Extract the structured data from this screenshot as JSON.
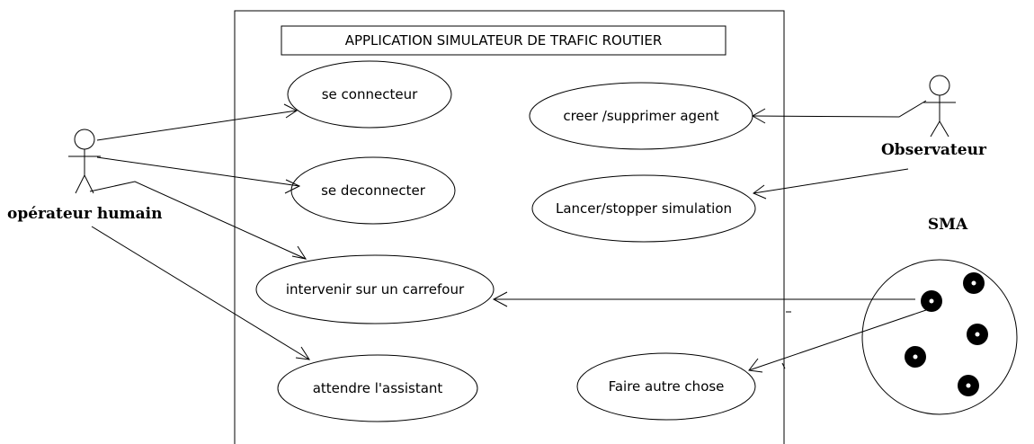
{
  "system": {
    "title": "APPLICATION SIMULATEUR DE TRAFIC ROUTIER"
  },
  "actors": {
    "operator": "opérateur humain",
    "observer": "Observateur",
    "sma": "SMA"
  },
  "use_cases": {
    "connect": "se connecteur",
    "disconnect": "se deconnecter",
    "intervene": "intervenir sur un carrefour",
    "wait": "attendre l'assistant",
    "create_agent": "creer /supprimer agent",
    "launch_sim": "Lancer/stopper simulation",
    "other": "Faire autre chose"
  }
}
